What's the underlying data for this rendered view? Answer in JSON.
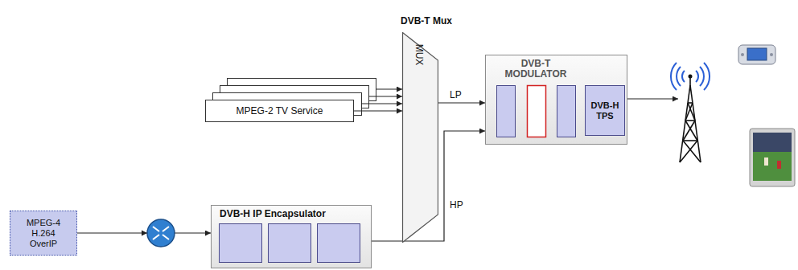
{
  "diagram": {
    "nodes": [
      {
        "text": [
          "MPEG-2 TV Service"
        ]
      },
      {
        "text": [
          "DVB-T Mux",
          "MUX"
        ]
      },
      {
        "text": [
          "DVB-T MODULATOR"
        ]
      },
      {
        "text": [
          "DVB-H TPS"
        ],
        "in": 2
      },
      {
        "text": [
          "MPEG-4 H.264 OverIP"
        ]
      },
      {
        "text": [
          "DVB-H IP Encapsulator"
        ]
      }
    ],
    "edges": [
      {
        "from": 0,
        "to": 1,
        "arrow": "to"
      },
      {
        "from": 1,
        "to": 2,
        "label": "LP",
        "arrow": "to"
      },
      {
        "from": 4,
        "to": 5,
        "arrow": "to"
      },
      {
        "from": 5,
        "to": 2,
        "label": "HP",
        "arrow": "to"
      }
    ]
  }
}
